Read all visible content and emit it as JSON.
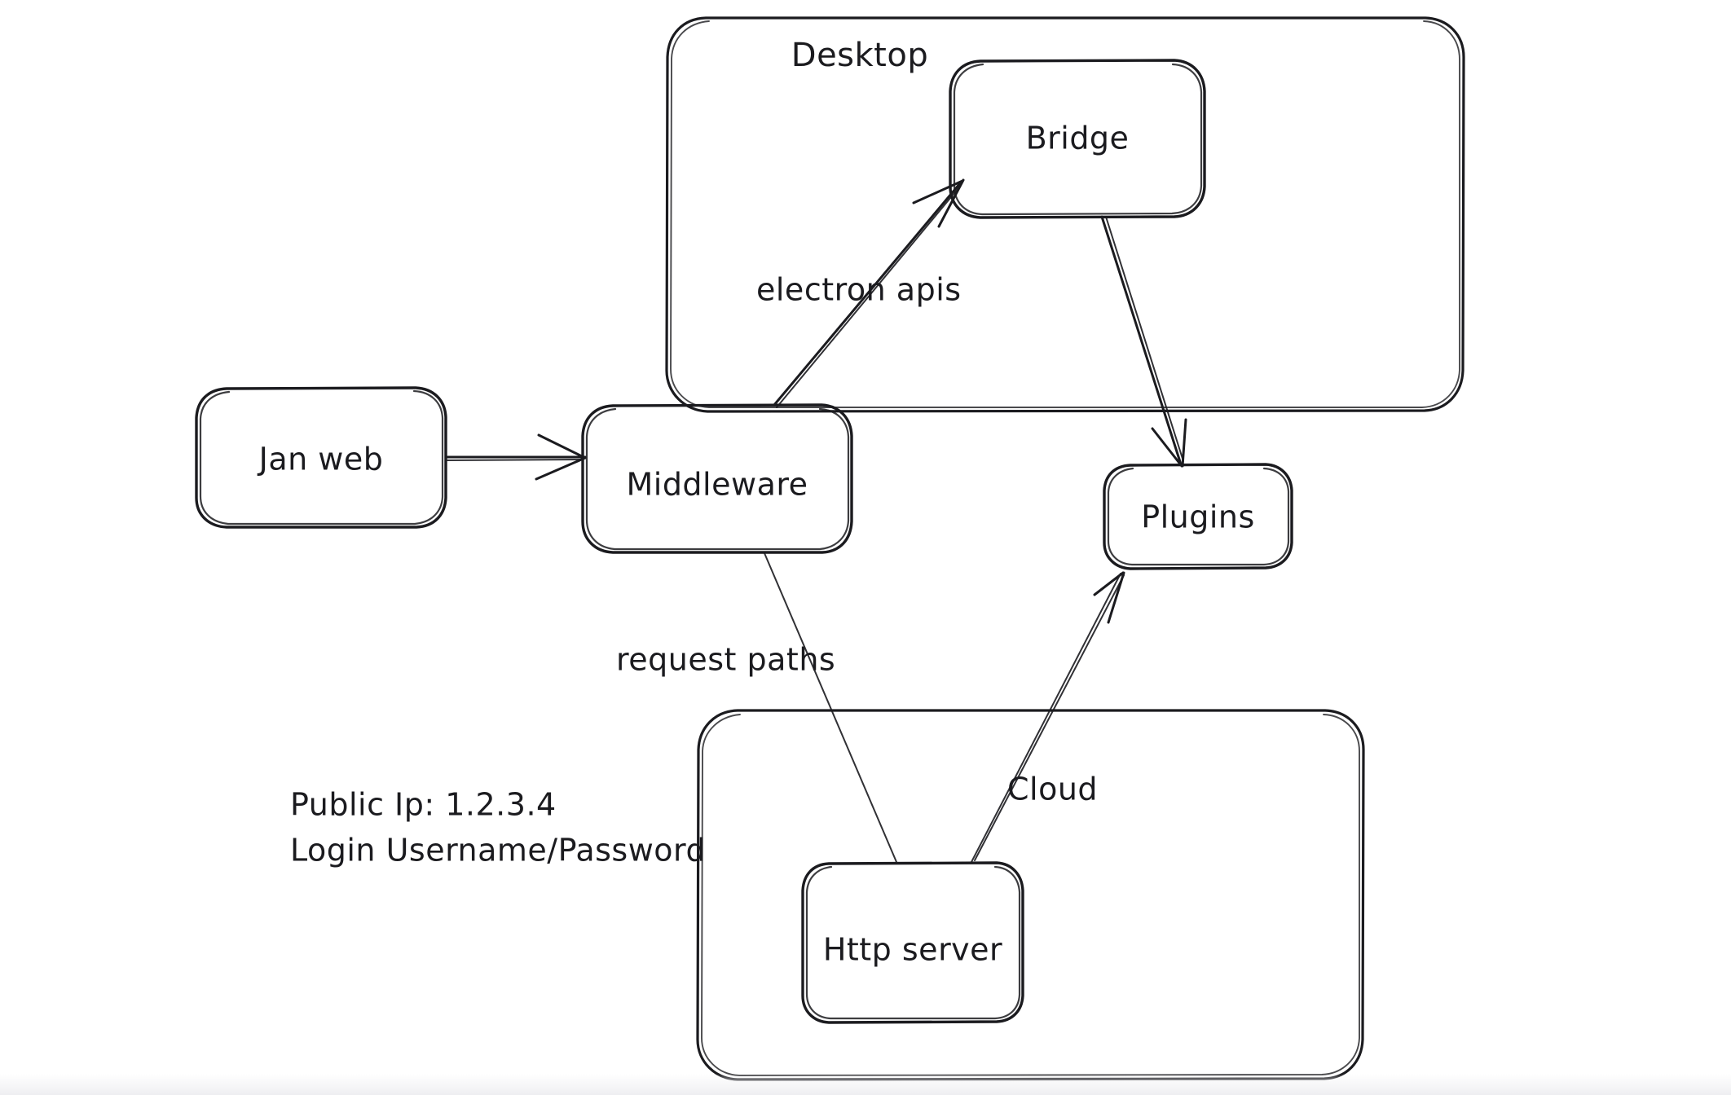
{
  "diagram": {
    "type": "architecture-flow-diagram",
    "style": "hand-drawn-sketch",
    "background_color": "#ffffff",
    "stroke_color": "#1b1b1f",
    "containers": [
      {
        "id": "desktop",
        "label": "Desktop"
      },
      {
        "id": "cloud",
        "label": "Cloud"
      }
    ],
    "nodes": [
      {
        "id": "jan-web",
        "label": "Jan web"
      },
      {
        "id": "middleware",
        "label": "Middleware"
      },
      {
        "id": "bridge",
        "label": "Bridge"
      },
      {
        "id": "plugins",
        "label": "Plugins"
      },
      {
        "id": "http-server",
        "label": "Http server"
      }
    ],
    "edges": [
      {
        "id": "jan-web-to-middleware",
        "from": "jan-web",
        "to": "middleware",
        "label": ""
      },
      {
        "id": "middleware-to-bridge",
        "from": "middleware",
        "to": "bridge",
        "label": "electron apis"
      },
      {
        "id": "bridge-to-plugins",
        "from": "bridge",
        "to": "plugins",
        "label": ""
      },
      {
        "id": "middleware-to-http-server",
        "from": "middleware",
        "to": "http-server",
        "label": "request paths"
      },
      {
        "id": "http-server-to-plugins",
        "from": "http-server",
        "to": "plugins",
        "label": ""
      }
    ],
    "notes": {
      "public_ip_line": "Public Ip: 1.2.3.4",
      "login_line": "Login Username/Password"
    }
  }
}
